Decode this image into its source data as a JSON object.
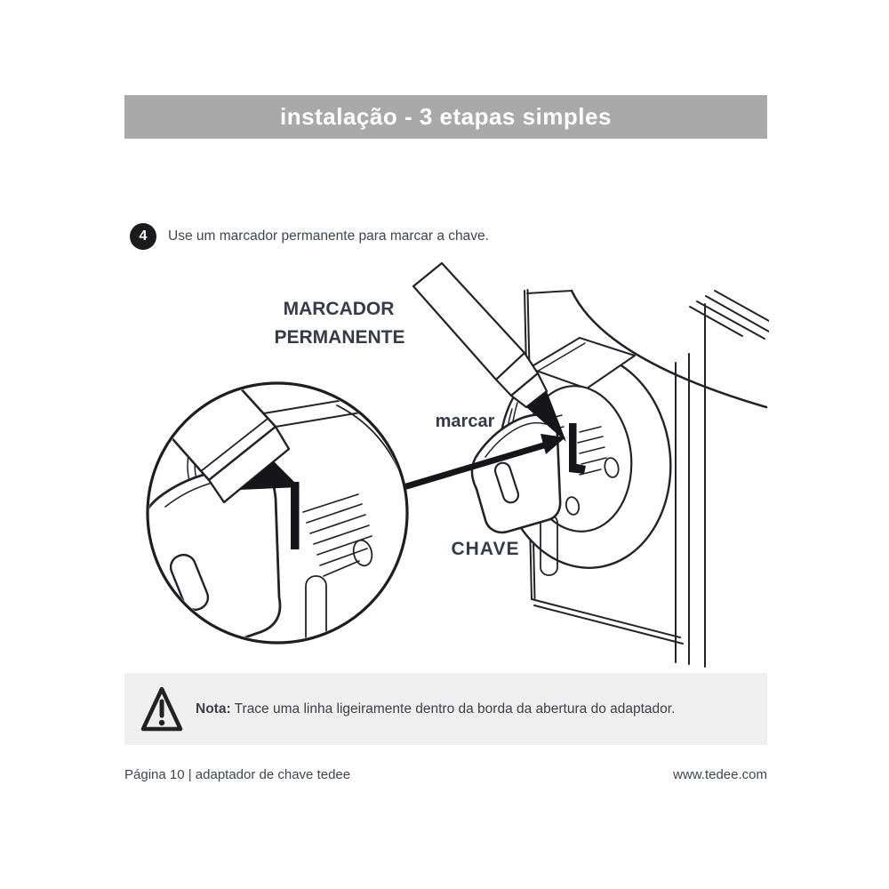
{
  "banner": {
    "title": "instalação - 3 etapas simples",
    "bg_color": "#a9a9a9",
    "text_color": "#ffffff"
  },
  "step": {
    "number": "4",
    "text": "Use um marcador permanente para marcar a chave."
  },
  "illustration": {
    "labels": {
      "marker_line1": "MARCADOR",
      "marker_line2": "PERMANENTE",
      "mark": "marcar",
      "key": "CHAVE"
    },
    "icons": [
      "permanent-marker",
      "key",
      "key-adapter",
      "door",
      "magnifier-circle",
      "mark-arrow",
      "warning-triangle"
    ],
    "line_color": "#22232a"
  },
  "note": {
    "label": "Nota:",
    "text": " Trace uma linha ligeiramente dentro da borda da abertura do adaptador.",
    "bg_color": "#efefef"
  },
  "footer": {
    "left": "Página 10 | adaptador de chave tedee",
    "right": "www.tedee.com"
  }
}
